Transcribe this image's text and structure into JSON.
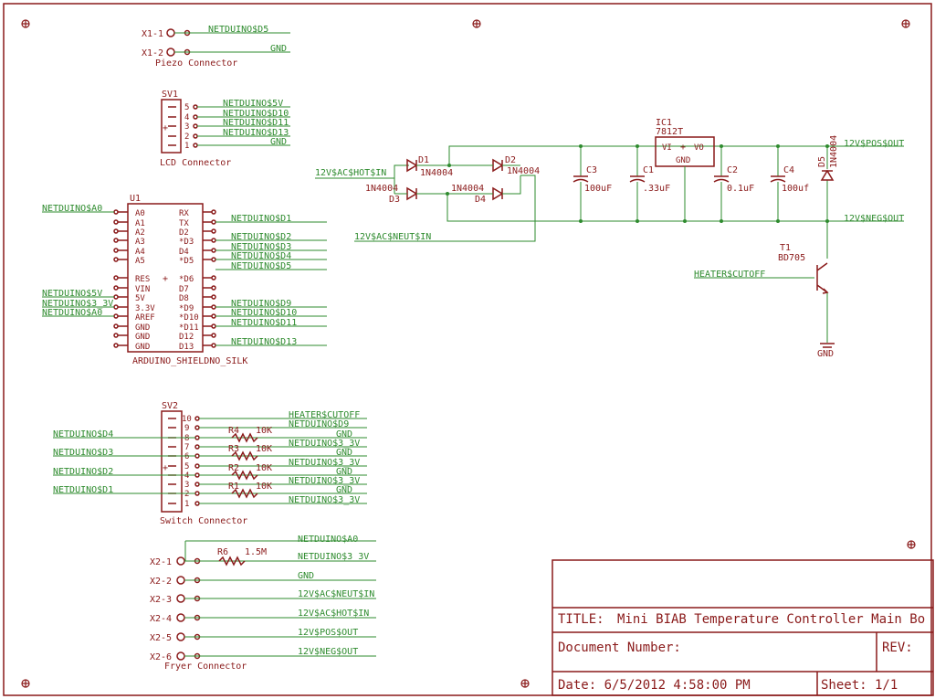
{
  "piezo": {
    "x1_1": "X1-1",
    "x1_2": "X1-2",
    "net1": "NETDUINO$D5",
    "net2": "GND",
    "title": "Piezo Connector"
  },
  "lcd": {
    "ref": "SV1",
    "pins": [
      "5",
      "4",
      "3",
      "2",
      "1"
    ],
    "nets": [
      "NETDUINO$5V",
      "NETDUINO$D10",
      "NETDUINO$D11",
      "NETDUINO$D13",
      "GND"
    ],
    "title": "LCD Connector"
  },
  "arduino": {
    "ref": "U1",
    "left_pins": [
      "A0",
      "A1",
      "A2",
      "A3",
      "A4",
      "A5",
      "RES",
      "VIN",
      "5V",
      "3.3V",
      "AREF",
      "GND",
      "GND",
      "GND"
    ],
    "right_pins": [
      "RX",
      "TX",
      "D2",
      "*D3",
      "D4",
      "*D5",
      "*D6",
      "D7",
      "D8",
      "*D9",
      "*D10",
      "*D11",
      "D12",
      "D13"
    ],
    "left_nets": [
      "NETDUINO$A0",
      "NETDUINO$5V",
      "NETDUINO$3_3V",
      "NETDUINO$A0"
    ],
    "right_nets": [
      "NETDUINO$D1",
      "NETDUINO$D2",
      "NETDUINO$D3",
      "NETDUINO$D4",
      "NETDUINO$D5",
      "NETDUINO$D9",
      "NETDUINO$D10",
      "NETDUINO$D11",
      "NETDUINO$D13"
    ],
    "title": "ARDUINO_SHIELDNO_SILK"
  },
  "switch": {
    "ref": "SV2",
    "pins": [
      "10",
      "9",
      "8",
      "7",
      "6",
      "5",
      "4",
      "3",
      "2",
      "1"
    ],
    "left_nets": [
      "NETDUINO$D4",
      "NETDUINO$D3",
      "NETDUINO$D2",
      "NETDUINO$D1"
    ],
    "right_nets": [
      "HEATER$CUTOFF",
      "NETDUINO$D9",
      "GND",
      "NETDUINO$3_3V",
      "GND",
      "NETDUINO$3_3V",
      "GND",
      "NETDUINO$3_3V",
      "GND",
      "NETDUINO$3_3V"
    ],
    "resistors": [
      "R4",
      "R3",
      "R2",
      "R1"
    ],
    "value": "10K",
    "title": "Switch Connector"
  },
  "fryer": {
    "pins": [
      "X2-1",
      "X2-2",
      "X2-3",
      "X2-4",
      "X2-5",
      "X2-6"
    ],
    "nets": [
      "NETDUINO$A0",
      "NETDUINO$3_3V",
      "GND",
      "12V$AC$NEUT$IN",
      "12V$AC$HOT$IN",
      "12V$POS$OUT",
      "12V$NEG$OUT"
    ],
    "resistor": "R6",
    "resistor_value": "1.5M",
    "title": "Fryer Connector"
  },
  "power": {
    "hot_in": "12V$AC$HOT$IN",
    "neut_in": "12V$AC$NEUT$IN",
    "d1": "D1",
    "d2": "D2",
    "d3": "D3",
    "d4": "D4",
    "diode_type": "1N4004",
    "ic_ref": "IC1",
    "ic_part": "7812T",
    "ic_vi": "VI",
    "ic_vo": "VO",
    "ic_gnd": "GND",
    "c3": "C3",
    "c3_val": "100uF",
    "c1": "C1",
    "c1_val": ".33uF",
    "c2": "C2",
    "c2_val": "0.1uF",
    "c4": "C4",
    "c4_val": "100uf",
    "d5": "D5",
    "d5_type": "1N4004",
    "pos_out": "12V$POS$OUT",
    "neg_out": "12V$NEG$OUT",
    "t1": "T1",
    "t1_part": "BD705",
    "heater": "HEATER$CUTOFF",
    "gnd": "GND"
  },
  "title_block": {
    "title_label": "TITLE:",
    "title_value": "Mini BIAB Temperature Controller Main Bo",
    "docnum_label": "Document Number:",
    "rev_label": "REV:",
    "date_label": "Date: 6/5/2012 4:58:00 PM",
    "sheet_label": "Sheet: 1/1"
  },
  "colors": {
    "symbol": "#8a1a1a",
    "wire": "#2e8b2e",
    "background": "#ffffff"
  }
}
